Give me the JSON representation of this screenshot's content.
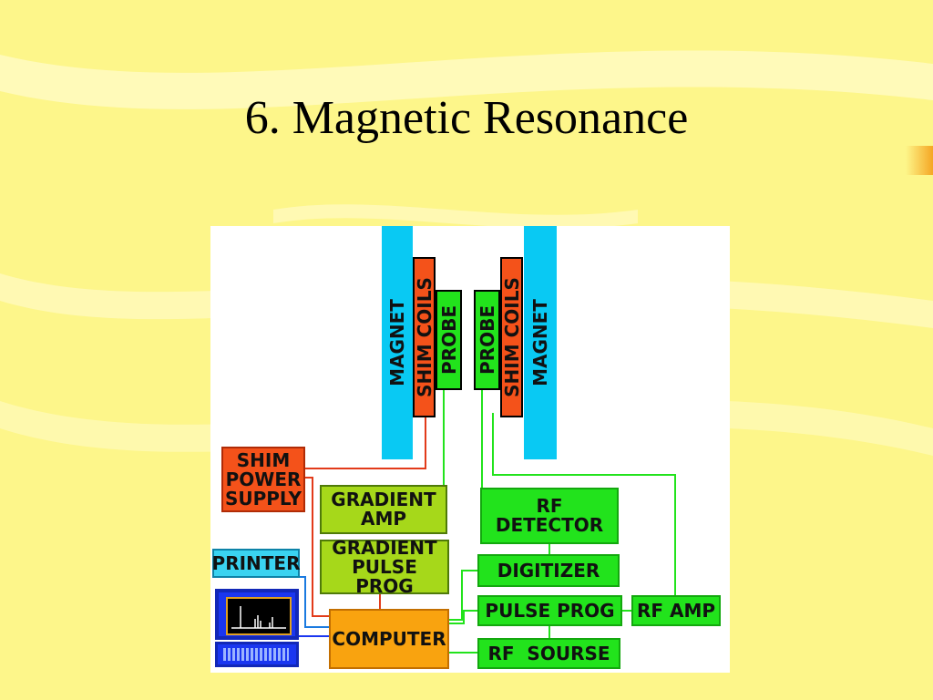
{
  "slide": {
    "title": "6. Magnetic Resonance"
  },
  "diagram": {
    "left_magnet": "MAGNET",
    "left_shim_coils": "SHIM COILS",
    "left_probe": "PROBE",
    "right_probe": "PROBE",
    "right_shim_coils": "SHIM COILS",
    "right_magnet": "MAGNET",
    "shim_power_supply": [
      "SHIM",
      "POWER",
      "SUPPLY"
    ],
    "gradient_amp": [
      "GRADIENT",
      "AMP"
    ],
    "gradient_pulse_prog": [
      "GRADIENT",
      "PULSE PROG"
    ],
    "rf_detector": [
      "RF",
      "DETECTOR"
    ],
    "digitizer": "DIGITIZER",
    "pulse_prog": "PULSE PROG",
    "rf_amp": "RF AMP",
    "rf_source": "RF  SOURSE",
    "printer": "PRINTER",
    "computer": "COMPUTER"
  },
  "colors": {
    "background": "#fdf68a",
    "magnet": "#09c9f3",
    "shim": "#f4521a",
    "rf_block": "#22e31c",
    "gradient_block": "#a6d81a",
    "computer": "#f9a30f",
    "printer": "#3ad3f1",
    "workstation": "#1a36f0"
  },
  "icons": [
    "monitor-icon",
    "keyboard-icon"
  ]
}
